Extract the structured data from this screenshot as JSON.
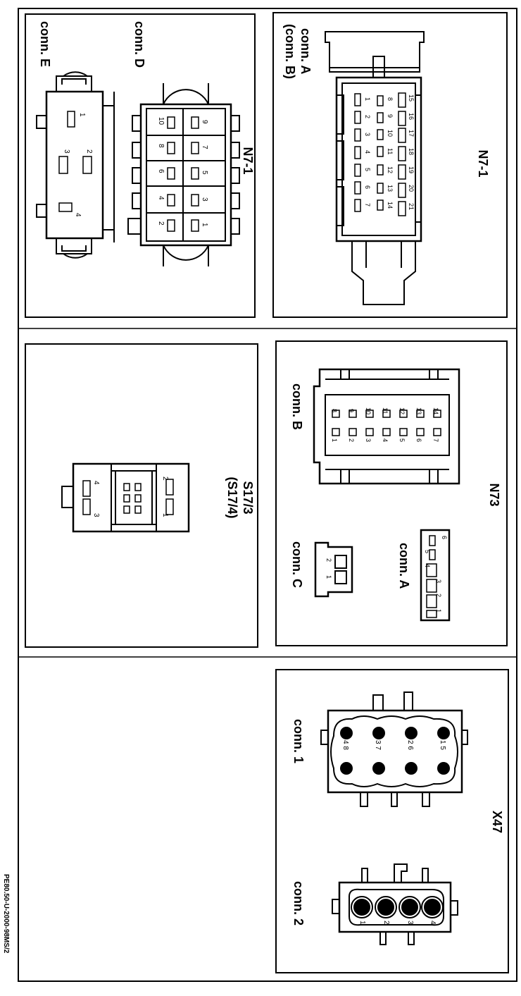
{
  "panels": {
    "n71_ab": {
      "title": "N7-1",
      "conn_a": "conn. A",
      "conn_b": "(conn. B)",
      "left_col": [
        "1",
        "2",
        "3",
        "4",
        "5",
        "6",
        "7"
      ],
      "mid_col": [
        "8",
        "9",
        "10",
        "11",
        "12",
        "13",
        "14"
      ],
      "right_col": [
        "15",
        "16",
        "17",
        "18",
        "19",
        "20",
        "21"
      ]
    },
    "n71_de": {
      "title": "N7-1",
      "conn_d": "conn. D",
      "conn_e": "conn. E",
      "d_top": [
        "9",
        "7",
        "5",
        "3",
        "1"
      ],
      "d_bottom": [
        "10",
        "8",
        "6",
        "4",
        "2"
      ],
      "e_pins": [
        "1",
        "2",
        "3",
        "4"
      ]
    },
    "n73": {
      "title": "N73",
      "conn_a": "conn. A",
      "conn_b": "conn. B",
      "conn_c": "conn. C",
      "a_pins": [
        "6",
        "5",
        "4",
        "3",
        "2",
        "1"
      ],
      "b_top": [
        "14",
        "13",
        "12",
        "11",
        "10",
        "9",
        "8"
      ],
      "b_bottom": [
        "7",
        "6",
        "5",
        "4",
        "3",
        "2",
        "1"
      ],
      "c_pins": [
        "2",
        "1"
      ]
    },
    "s173": {
      "title": "S17/3",
      "subtitle": "(S17/4)",
      "pins": [
        "2",
        "1",
        "4",
        "3"
      ]
    },
    "x47": {
      "title": "X47",
      "conn_1": "conn. 1",
      "conn_2": "conn. 2",
      "c1_pairs": [
        "1 5",
        "2 6",
        "3 7",
        "4 8"
      ],
      "c2_pins": [
        "1",
        "2",
        "3",
        "4"
      ]
    }
  },
  "footer_ref": "PE80.50-U-2000-98MS/2"
}
